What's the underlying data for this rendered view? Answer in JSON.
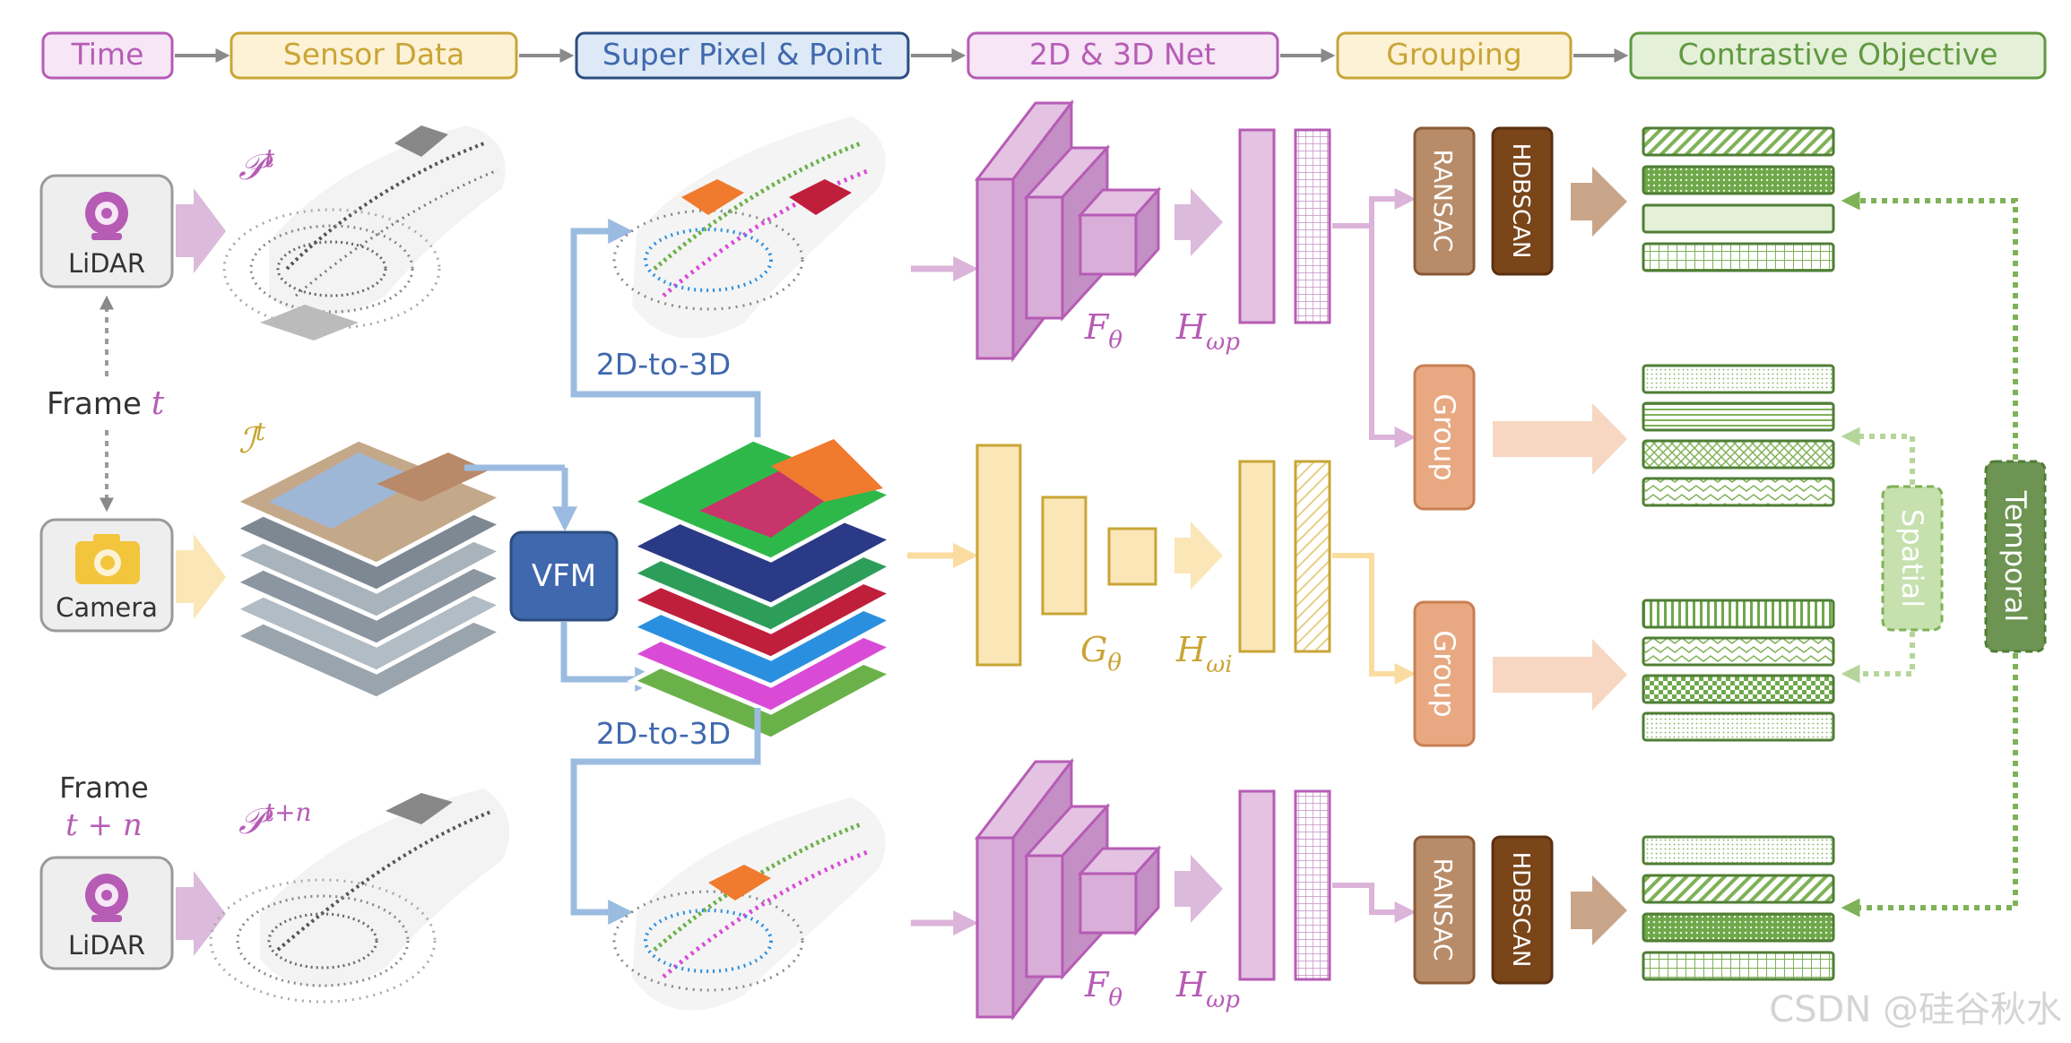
{
  "header": {
    "steps": [
      "Time",
      "Sensor Data",
      "Super Pixel & Point",
      "2D & 3D Net",
      "Grouping",
      "Contrastive Objective"
    ]
  },
  "sensors": {
    "lidar_label": "LiDAR",
    "camera_label": "Camera",
    "frame_t": "Frame",
    "frame_t_var": "t",
    "frame_tn": "Frame",
    "frame_tn_var": "t + n"
  },
  "symbols": {
    "p_t": "𝒫",
    "p_t_sup": "t",
    "i_t": "ℐ",
    "i_t_sup": "t",
    "p_tn": "𝒫",
    "p_tn_sup": "t+n",
    "f_theta": "F",
    "g_theta": "G",
    "theta": "θ",
    "h": "H",
    "omega_p": "ωp",
    "omega_i": "ωi"
  },
  "labels": {
    "vfm": "VFM",
    "proj_top": "2D-to-3D",
    "proj_bottom": "2D-to-3D",
    "ransac": "RANSAC",
    "hdbscan": "HDBSCAN",
    "group": "Group",
    "spatial": "Spatial",
    "temporal": "Temporal"
  },
  "watermark": "CSDN @硅谷秋水",
  "colors": {
    "purple": "#b65cb5",
    "purple_fill": "#dcbadb",
    "yellow": "#c9a536",
    "yellow_fill": "#fbe6b8",
    "blue": "#3f68ae",
    "blue_fill": "#dde9f6",
    "green": "#5f9940",
    "green_fill": "#e5f0d8",
    "brown": "#7a4519",
    "tan": "#b98c69",
    "orange": "#e8a982",
    "gray": "#8a8a8a"
  }
}
